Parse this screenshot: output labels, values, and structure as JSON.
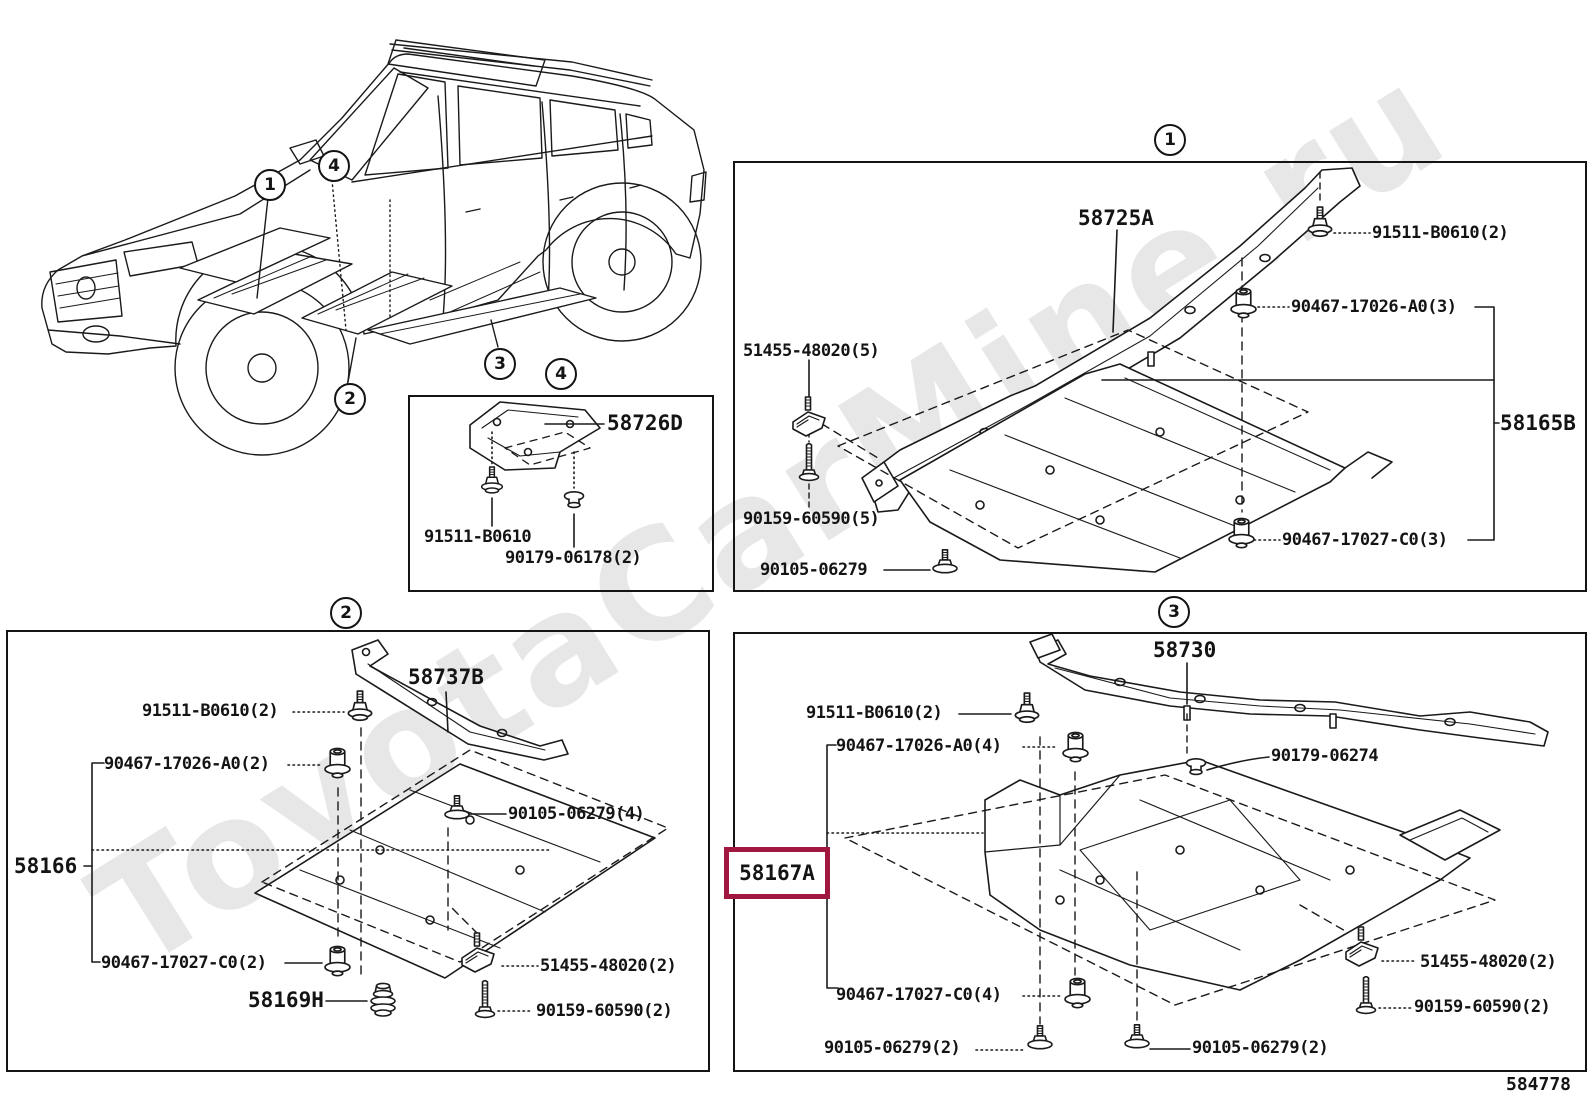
{
  "colors": {
    "highlight_box": "#a01740",
    "line_art": "#1a1a1a",
    "watermark": "#e7e7e7",
    "background": "#ffffff"
  },
  "watermark_text": "ToyotaCarMine.ru",
  "figure_code": "584778",
  "vehicle_view": {
    "callouts": [
      "1",
      "4",
      "2",
      "3",
      "4"
    ]
  },
  "detail4": {
    "labels": [
      {
        "text": "58726D",
        "icon": "bracket-part"
      },
      {
        "text": "91511-B0610",
        "icon": "flange-bolt"
      },
      {
        "text": "90179-06178(2)",
        "icon": "push-nut"
      }
    ]
  },
  "panel1": {
    "callout": "1",
    "labels": [
      {
        "text": "58725A",
        "icon": "crossmember"
      },
      {
        "text": "91511-B0610(2)",
        "icon": "flange-bolt"
      },
      {
        "text": "90467-17026-A0(3)",
        "icon": "flange-nut"
      },
      {
        "text": "51455-48020(5)",
        "icon": "clip-screw"
      },
      {
        "text": "90159-60590(5)",
        "icon": "screw"
      },
      {
        "text": "90105-06279",
        "icon": "bolt-washer"
      },
      {
        "text": "58165B",
        "icon": "under-cover"
      },
      {
        "text": "90467-17027-C0(3)",
        "icon": "flange-nut"
      }
    ]
  },
  "panel2": {
    "callout": "2",
    "labels": [
      {
        "text": "58737B",
        "icon": "crossmember"
      },
      {
        "text": "91511-B0610(2)",
        "icon": "flange-bolt"
      },
      {
        "text": "90467-17026-A0(2)",
        "icon": "flange-nut"
      },
      {
        "text": "90105-06279(4)",
        "icon": "bolt-washer"
      },
      {
        "text": "58166",
        "icon": "under-cover"
      },
      {
        "text": "90467-17027-C0(2)",
        "icon": "flange-nut"
      },
      {
        "text": "51455-48020(2)",
        "icon": "clip-screw"
      },
      {
        "text": "58169H",
        "icon": "grommet"
      },
      {
        "text": "90159-60590(2)",
        "icon": "screw"
      }
    ]
  },
  "panel3": {
    "callout": "3",
    "labels": [
      {
        "text": "58730",
        "icon": "crossmember"
      },
      {
        "text": "91511-B0610(2)",
        "icon": "flange-bolt"
      },
      {
        "text": "90467-17026-A0(4)",
        "icon": "flange-nut"
      },
      {
        "text": "90179-06274",
        "icon": "push-nut"
      },
      {
        "text": "58167A",
        "icon": "under-cover",
        "highlighted": true
      },
      {
        "text": "51455-48020(2)",
        "icon": "clip-screw"
      },
      {
        "text": "90467-17027-C0(4)",
        "icon": "flange-nut"
      },
      {
        "text": "90159-60590(2)",
        "icon": "screw"
      },
      {
        "text": "90105-06279(2)",
        "icon": "bolt-washer"
      },
      {
        "text": "90105-06279(2)",
        "icon": "bolt-washer"
      }
    ]
  }
}
